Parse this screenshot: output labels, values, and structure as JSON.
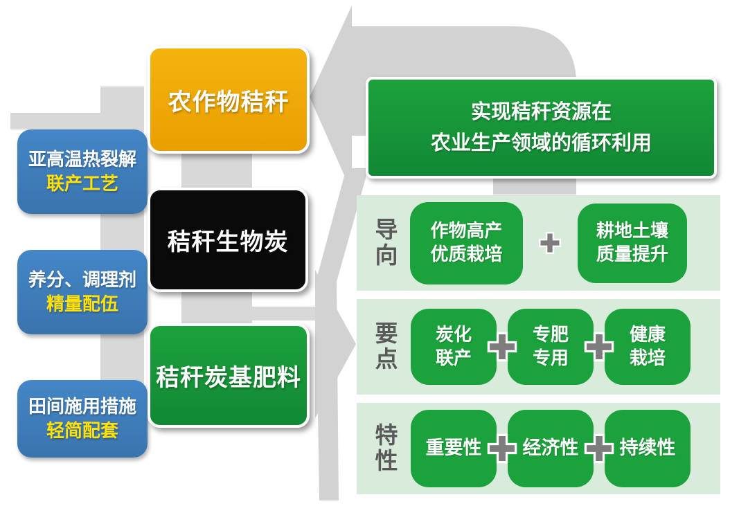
{
  "colors": {
    "green": "#1ca23c",
    "green_dark": "#128835",
    "light_green": "#d9ecdc",
    "blue": "#4486c6",
    "blue_dark": "#3a74ae",
    "yellow": "#f5b30e",
    "yellow_dark": "#ea9f00",
    "black": "#0a0a0a",
    "note_yellow": "#ffe10a",
    "arrow_gray": "#d2d2d2",
    "band_gray": "#d8d8d8",
    "label_gray": "#595959",
    "plus_gray": "#7d7d7d"
  },
  "left_notes": [
    {
      "line1": "亚高温热裂解",
      "line2": "联产工艺"
    },
    {
      "line1": "养分、调理剂",
      "line2": "精量配伍"
    },
    {
      "line1": "田间施用措施",
      "line2": "轻简配套"
    }
  ],
  "stages": [
    {
      "label": "农作物秸秆"
    },
    {
      "label": "秸秆生物炭"
    },
    {
      "label": "秸秆炭基肥料"
    }
  ],
  "goal": {
    "line1": "实现秸秆资源在",
    "line2": "农业生产领域的循环利用"
  },
  "rows": [
    {
      "label": "导向",
      "items": [
        {
          "line1": "作物高产",
          "line2": "优质栽培"
        },
        {
          "line1": "耕地土壤",
          "line2": "质量提升"
        }
      ]
    },
    {
      "label": "要点",
      "items": [
        {
          "line1": "炭化",
          "line2": "联产"
        },
        {
          "line1": "专肥",
          "line2": "专用"
        },
        {
          "line1": "健康",
          "line2": "栽培"
        }
      ]
    },
    {
      "label": "特性",
      "items": [
        {
          "line1": "重要性"
        },
        {
          "line1": "经济性"
        },
        {
          "line1": "持续性"
        }
      ]
    }
  ],
  "icons": {
    "plus": "+"
  }
}
